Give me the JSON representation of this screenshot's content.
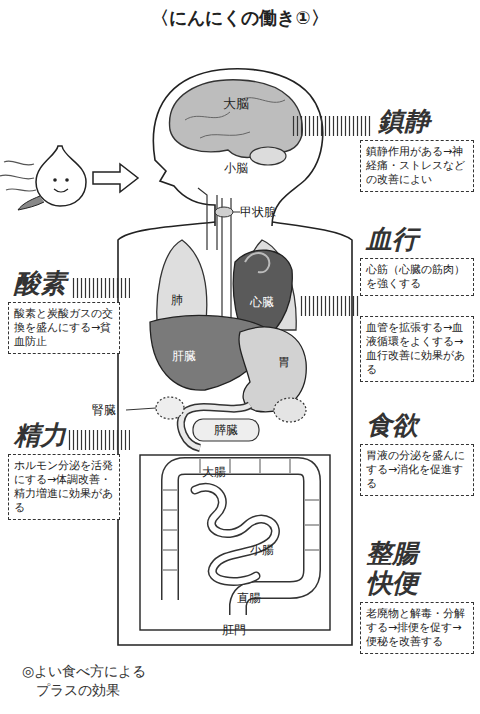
{
  "diagram": {
    "title": "〈にんにくの働き①〉",
    "caption": "◎よい食べ方による プラスの効果",
    "nodes": [
      {
        "text": [
          "鎮静",
          "鎮静作用がある→神経痛・ストレスなどの改善によい"
        ]
      },
      {
        "text": [
          "血行",
          "心筋（心臓の筋肉）を強くする"
        ]
      },
      {
        "text": [
          "血管を拡張する→血液循環をよくする→血行改善に効果がある"
        ]
      },
      {
        "text": [
          "酸素",
          "酸素と炭酸ガスの交換を盛んにする→貧血防止"
        ]
      },
      {
        "text": [
          "精力",
          "ホルモン分泌を活発にする→体調改善・精力増進に効果がある"
        ]
      },
      {
        "text": [
          "食欲",
          "胃液の分泌を盛んにする→消化を促進する"
        ]
      },
      {
        "text": [
          "整腸 快便",
          "老廃物と解毒・分解する→排便を促す→便秘を改善する"
        ]
      }
    ],
    "labels": [
      "大脳",
      "小脳",
      "甲状腺",
      "肺",
      "心臓",
      "肝臓",
      "胃",
      "腎臓",
      "膵臓",
      "大腸",
      "小腸",
      "直腸",
      "肛門"
    ]
  }
}
